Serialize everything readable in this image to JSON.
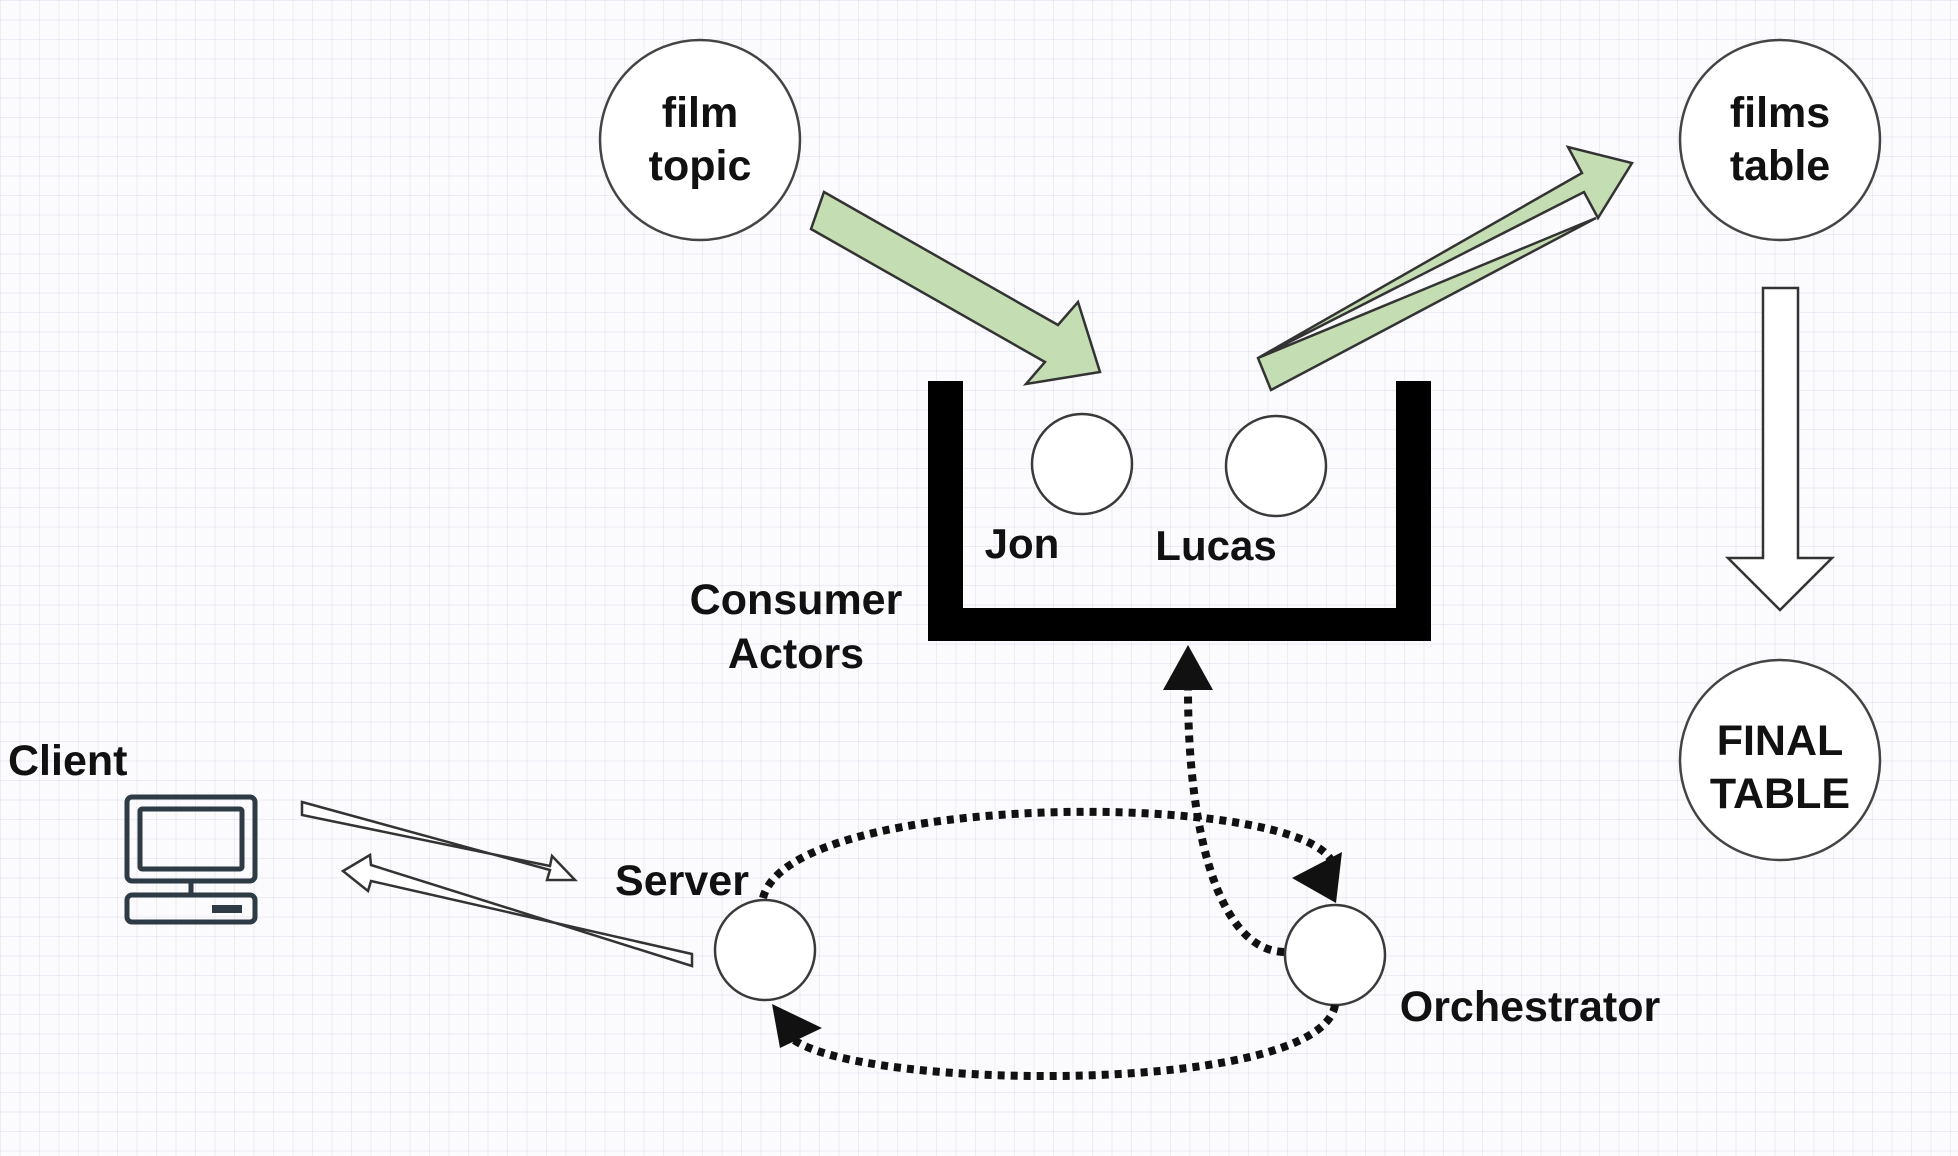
{
  "nodes": {
    "film_topic": {
      "line1": "film",
      "line2": "topic"
    },
    "films_table": {
      "line1": "films",
      "line2": "table"
    },
    "final_table": {
      "line1": "FINAL",
      "line2": "TABLE"
    }
  },
  "labels": {
    "jon": "Jon",
    "lucas": "Lucas",
    "consumer_line1": "Consumer",
    "consumer_line2": "Actors",
    "client": "Client",
    "server": "Server",
    "orchestrator": "Orchestrator"
  },
  "icons": {
    "client": "computer-monitor-icon"
  },
  "colors": {
    "flow_arrow_fill": "#c5ddb3",
    "container": "#000000"
  }
}
